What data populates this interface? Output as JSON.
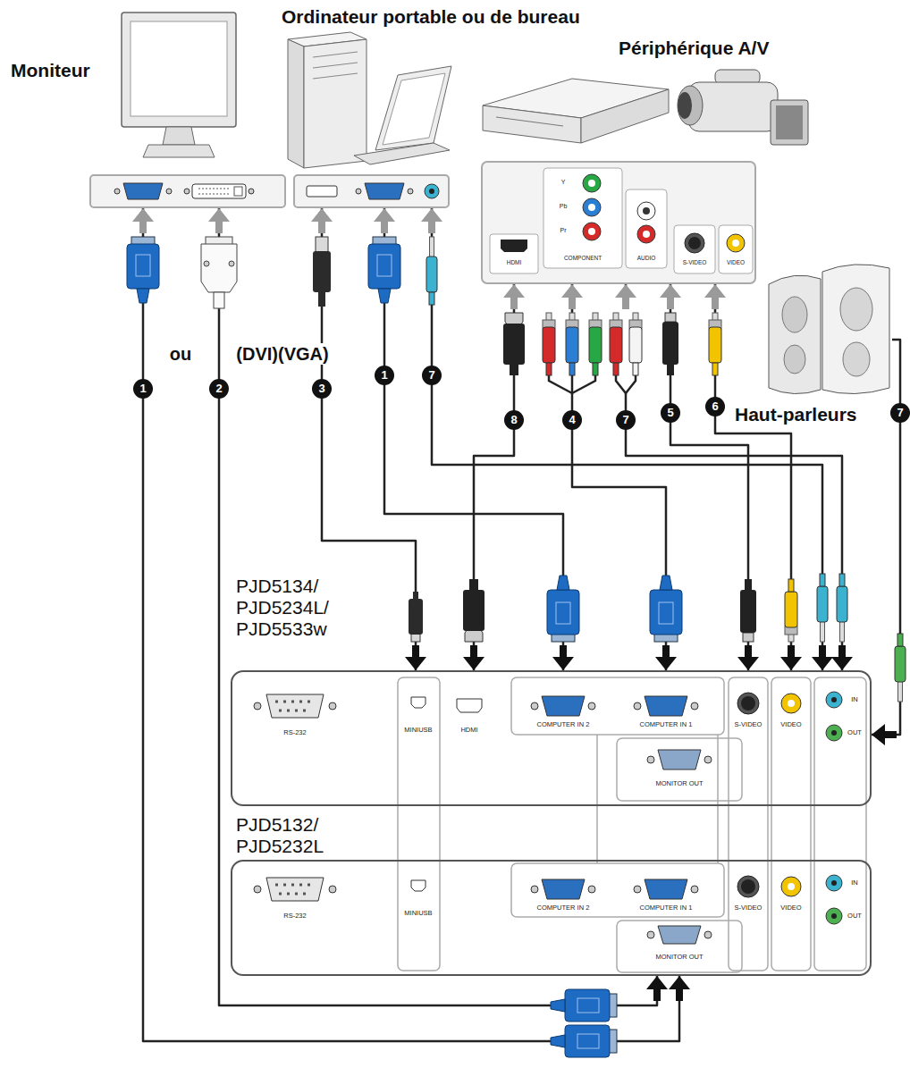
{
  "diagram": {
    "nodes": [
      {
        "text": [
          "Moniteur"
        ]
      },
      {
        "text": [
          "Ordinateur portable ou de bureau"
        ]
      },
      {
        "text": [
          "Périphérique A/V"
        ]
      },
      {
        "text": [
          "Haut-parleurs"
        ]
      },
      {
        "text": [
          "PJD5134/ PJD5234L/ PJD5533w"
        ]
      },
      {
        "text": [
          "PJD5132/ PJD5232L"
        ]
      }
    ],
    "edges": [
      {
        "from": 0,
        "to": 5,
        "label": "1",
        "arrow": "both"
      },
      {
        "from": 0,
        "to": 5,
        "label": "2",
        "arrow": "both"
      },
      {
        "from": 1,
        "to": 4,
        "label": "3",
        "arrow": "both"
      },
      {
        "from": 1,
        "to": 4,
        "label": "1",
        "arrow": "both"
      },
      {
        "from": 1,
        "to": 4,
        "label": "7",
        "arrow": "both"
      },
      {
        "from": 2,
        "to": 4,
        "label": "8",
        "arrow": "both"
      },
      {
        "from": 2,
        "to": 4,
        "label": "4",
        "arrow": "both"
      },
      {
        "from": 2,
        "to": 4,
        "label": "7",
        "arrow": "both"
      },
      {
        "from": 2,
        "to": 4,
        "label": "5",
        "arrow": "both"
      },
      {
        "from": 2,
        "to": 4,
        "label": "6",
        "arrow": "both"
      },
      {
        "from": 3,
        "to": 4,
        "label": "7",
        "arrow": "to"
      }
    ],
    "labels": [
      "ou",
      "(DVI)(VGA)",
      "Y",
      "Pb",
      "Pr",
      "COMPONENT",
      "AUDIO",
      "HDMI",
      "S-VIDEO",
      "VIDEO",
      "RS-232",
      "MINIUSB",
      "HDMI",
      "COMPUTER IN 2",
      "COMPUTER IN 1",
      "MONITOR OUT",
      "S-VIDEO",
      "VIDEO",
      "IN",
      "OUT",
      "RS-232",
      "MINIUSB",
      "COMPUTER IN 2",
      "COMPUTER IN 1",
      "MONITOR OUT",
      "S-VIDEO",
      "VIDEO",
      "IN",
      "OUT"
    ]
  }
}
